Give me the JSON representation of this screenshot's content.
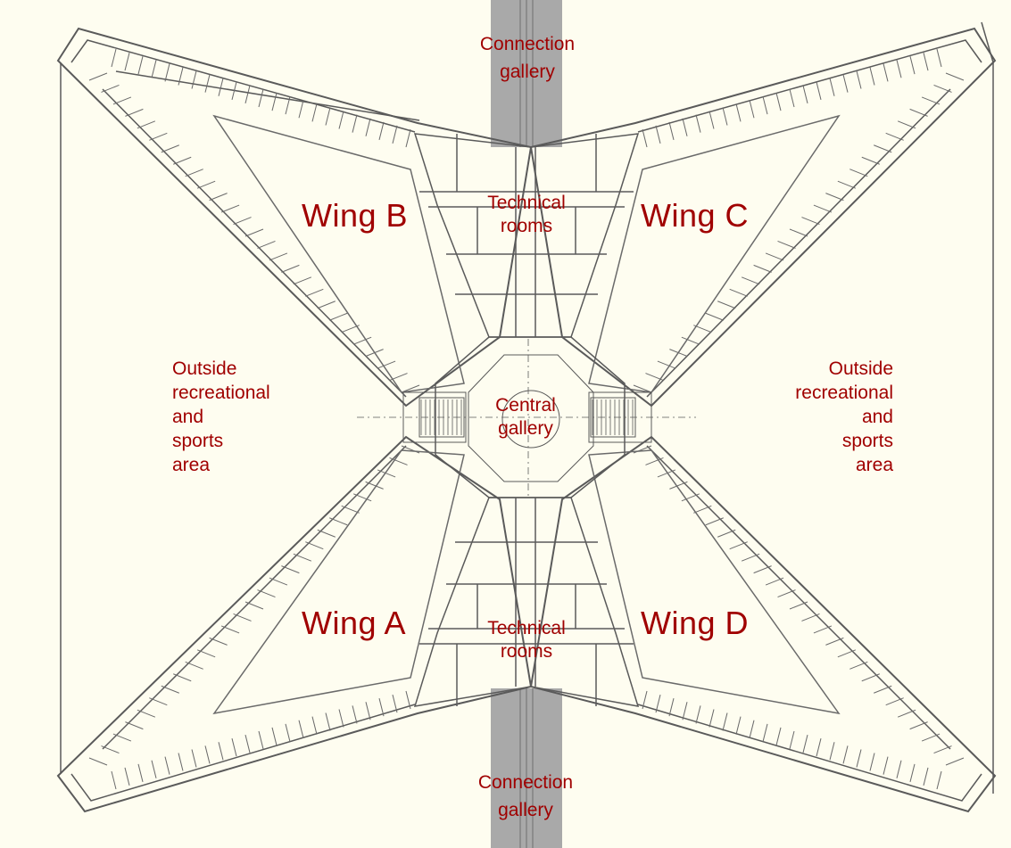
{
  "labels": {
    "connection_gallery_top": "Connection\ngallery",
    "connection_gallery_bottom": "Connection\ngallery",
    "technical_rooms_top": "Technical\nrooms",
    "technical_rooms_bottom": "Technical\nrooms",
    "central_gallery": "Central\ngallery",
    "wing_a": "Wing A",
    "wing_b": "Wing B",
    "wing_c": "Wing C",
    "wing_d": "Wing D",
    "outside_left": "Outside\nrecreational\nand\nsports\narea",
    "outside_right": "Outside\nrecreational\nand\nsports\narea"
  },
  "colors": {
    "background": "#fefdf0",
    "linework": "#5a5a5a",
    "label": "#a00000",
    "gallery_fill": "#a9a9a9"
  }
}
